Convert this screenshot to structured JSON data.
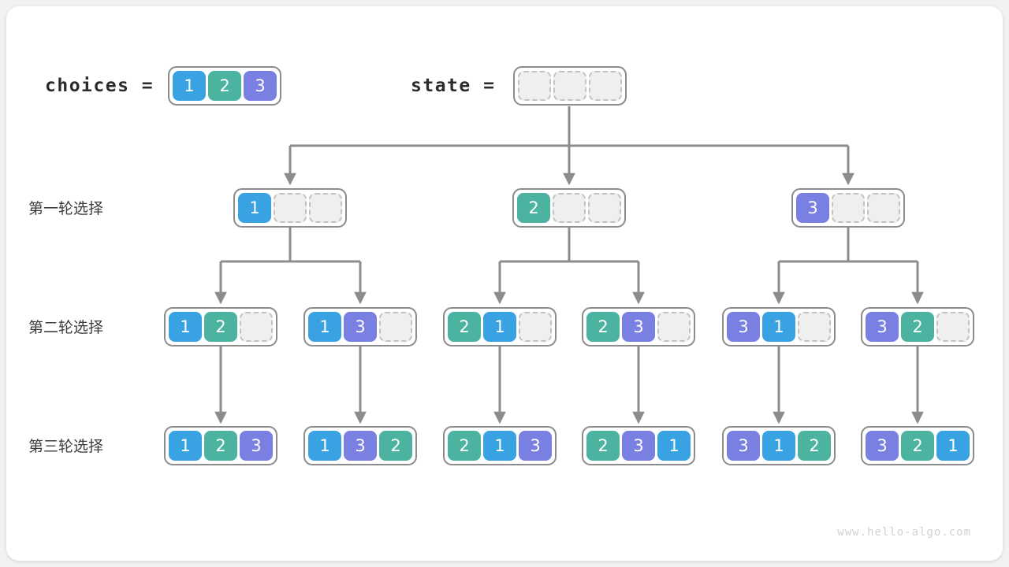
{
  "page": {
    "background": "#f2f2f2",
    "card_background": "#ffffff",
    "watermark": "www.hello-algo.com"
  },
  "palette": {
    "value_1": "#38a2e3",
    "value_2": "#4cb3a0",
    "value_3": "#7a80e2",
    "empty_fill": "#efefef",
    "empty_border": "#c2c2c2",
    "box_border": "#8c8c8c",
    "wire": "#8c8c8c",
    "text": "#3c3c3c"
  },
  "header": {
    "choices_label": "choices =",
    "choices_values": [
      "1",
      "2",
      "3"
    ],
    "state_label": "state =",
    "state_values": [
      "",
      "",
      ""
    ]
  },
  "rows": [
    {
      "label": "第一轮选择",
      "nodes": [
        {
          "values": [
            "1",
            "",
            ""
          ]
        },
        {
          "values": [
            "2",
            "",
            ""
          ]
        },
        {
          "values": [
            "3",
            "",
            ""
          ]
        }
      ]
    },
    {
      "label": "第二轮选择",
      "nodes": [
        {
          "values": [
            "1",
            "2",
            ""
          ]
        },
        {
          "values": [
            "1",
            "3",
            ""
          ]
        },
        {
          "values": [
            "2",
            "1",
            ""
          ]
        },
        {
          "values": [
            "2",
            "3",
            ""
          ]
        },
        {
          "values": [
            "3",
            "1",
            ""
          ]
        },
        {
          "values": [
            "3",
            "2",
            ""
          ]
        }
      ]
    },
    {
      "label": "第三轮选择",
      "nodes": [
        {
          "values": [
            "1",
            "2",
            "3"
          ]
        },
        {
          "values": [
            "1",
            "3",
            "2"
          ]
        },
        {
          "values": [
            "2",
            "1",
            "3"
          ]
        },
        {
          "values": [
            "2",
            "3",
            "1"
          ]
        },
        {
          "values": [
            "3",
            "1",
            "2"
          ]
        },
        {
          "values": [
            "3",
            "2",
            "1"
          ]
        }
      ]
    }
  ]
}
